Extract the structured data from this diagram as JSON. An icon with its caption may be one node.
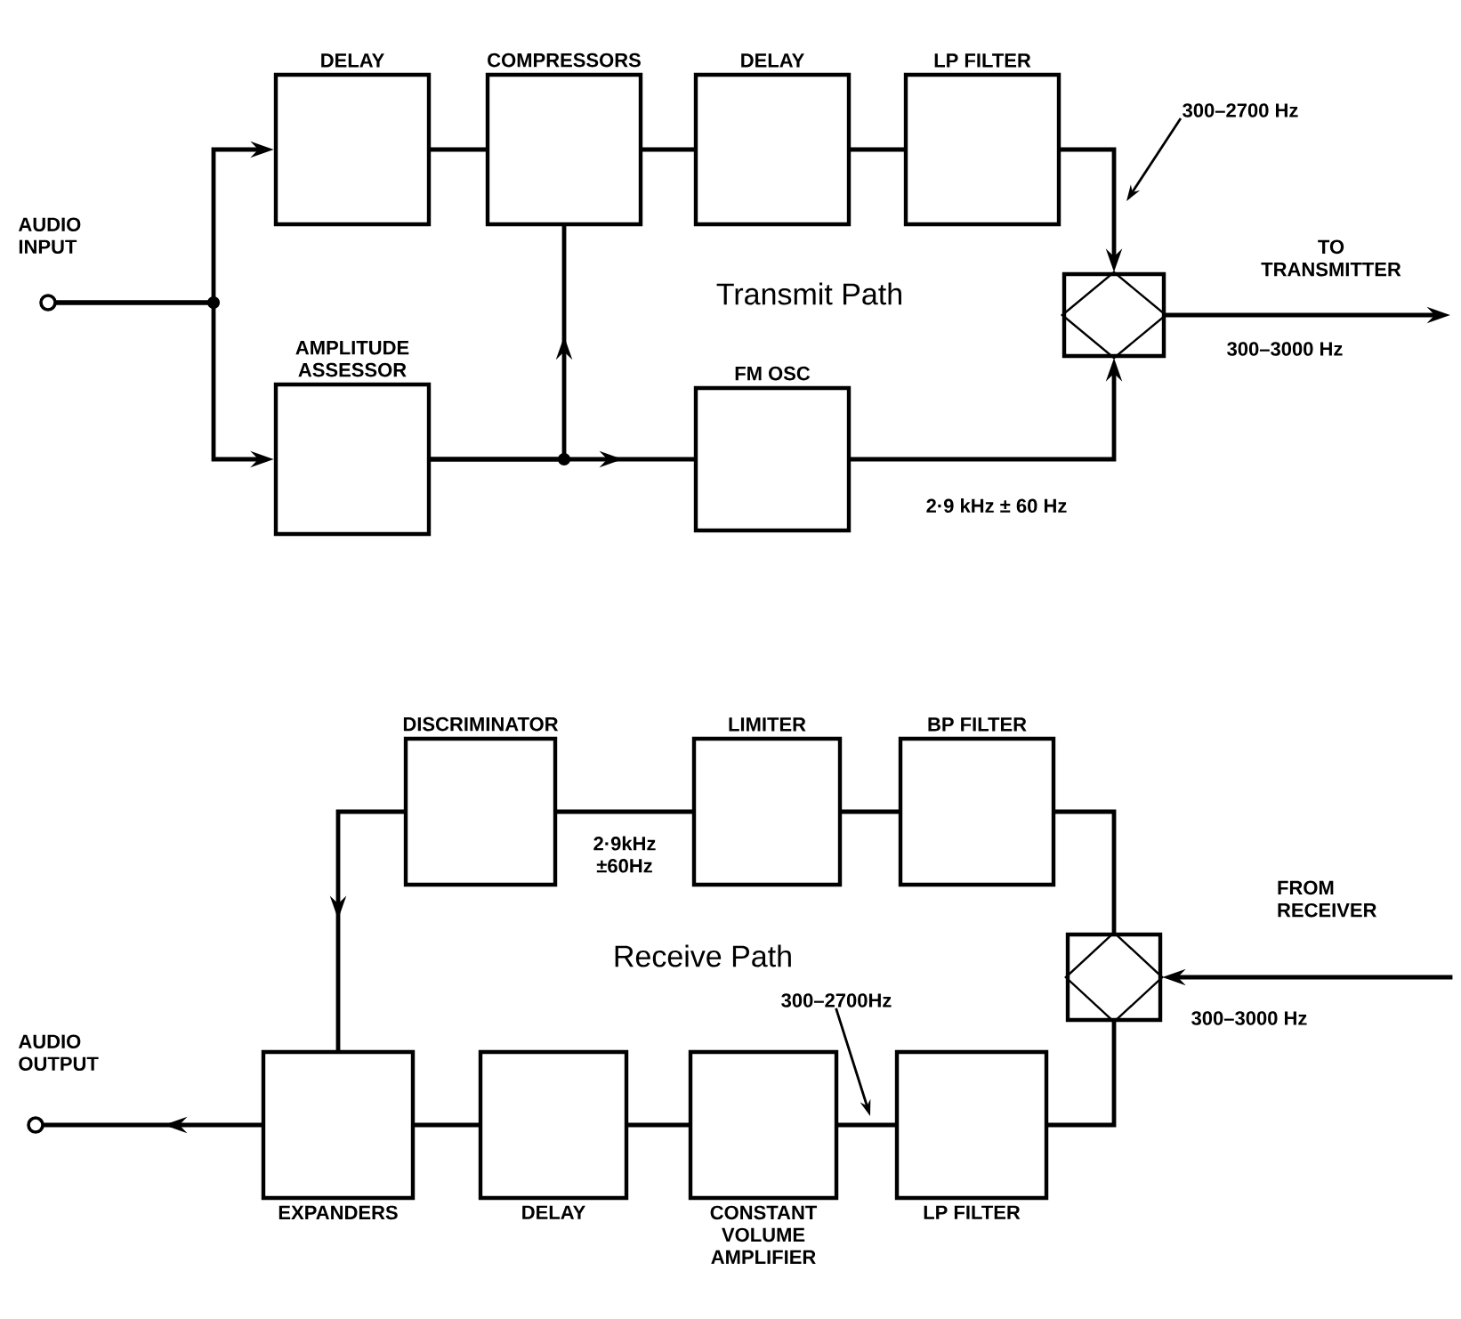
{
  "diagram": {
    "nodes": [
      {
        "text": [],
        "shape": "circle",
        "beside": [
          "AUDIO INPUT"
        ]
      },
      {
        "text": [
          "DELAY"
        ]
      },
      {
        "text": [
          "COMPRESSORS"
        ]
      },
      {
        "text": [
          "DELAY"
        ]
      },
      {
        "text": [
          "LP FILTER"
        ]
      },
      {
        "text": [
          "300–2700 Hz"
        ]
      },
      {
        "text": [
          "AMPLITUDE ASSESSOR"
        ]
      },
      {
        "text": [],
        "shape": "diamond"
      },
      {
        "text": [
          "FM OSC"
        ]
      },
      {
        "text": [
          "DISCRIMINATOR"
        ]
      },
      {
        "text": [
          "LIMITER"
        ]
      },
      {
        "text": [
          "BP FILTER"
        ]
      },
      {
        "text": [],
        "shape": "diamond"
      },
      {
        "text": [],
        "shape": "circle",
        "beside": [
          "AUDIO OUTPUT"
        ]
      },
      {
        "text": [
          "300–2700Hz"
        ]
      },
      {
        "text": [
          "EXPANDERS"
        ]
      },
      {
        "text": [
          "DELAY"
        ]
      },
      {
        "text": [
          "CONSTANT VOLUME AMPLIFIER"
        ]
      },
      {
        "text": [
          "LP FILTER"
        ]
      }
    ],
    "edges": [
      {
        "from": 0,
        "to": 1,
        "arrow": "to"
      },
      {
        "from": 0,
        "to": 6,
        "arrow": "to"
      },
      {
        "from": 1,
        "to": 2,
        "arrow": "none"
      },
      {
        "from": 2,
        "to": 3,
        "arrow": "none"
      },
      {
        "from": 3,
        "to": 4,
        "arrow": "none"
      },
      {
        "from": 4,
        "to": 7,
        "arrow": "to"
      },
      {
        "from": 5,
        "to": null,
        "arrow": "to"
      },
      {
        "from": 6,
        "to": 8,
        "arrow": "to"
      },
      {
        "from": 6,
        "to": 2,
        "arrow": "to"
      },
      {
        "from": 8,
        "to": 7,
        "arrow": "to",
        "label": "2·9 kHz ± 60 Hz"
      },
      {
        "from": 7,
        "to": null,
        "arrow": "to",
        "label": "300–3000 Hz"
      },
      {
        "from": null,
        "to": 12,
        "arrow": "to",
        "label": "300–3000 Hz"
      },
      {
        "from": 12,
        "to": 11,
        "arrow": "none"
      },
      {
        "from": 11,
        "to": 10,
        "arrow": "none"
      },
      {
        "from": 10,
        "to": 9,
        "arrow": "none",
        "label": "2·9kHz ±60Hz"
      },
      {
        "from": 9,
        "to": 15,
        "arrow": "to"
      },
      {
        "from": 12,
        "to": 18,
        "arrow": "none"
      },
      {
        "from": 18,
        "to": 17,
        "arrow": "none"
      },
      {
        "from": 14,
        "to": null,
        "arrow": "to"
      },
      {
        "from": 17,
        "to": 16,
        "arrow": "none"
      },
      {
        "from": 16,
        "to": 15,
        "arrow": "none"
      },
      {
        "from": 15,
        "to": 13,
        "arrow": "to"
      }
    ],
    "labels": [
      "Transmit Path",
      "TO TRANSMITTER",
      "Receive Path",
      "FROM RECEIVER"
    ]
  }
}
